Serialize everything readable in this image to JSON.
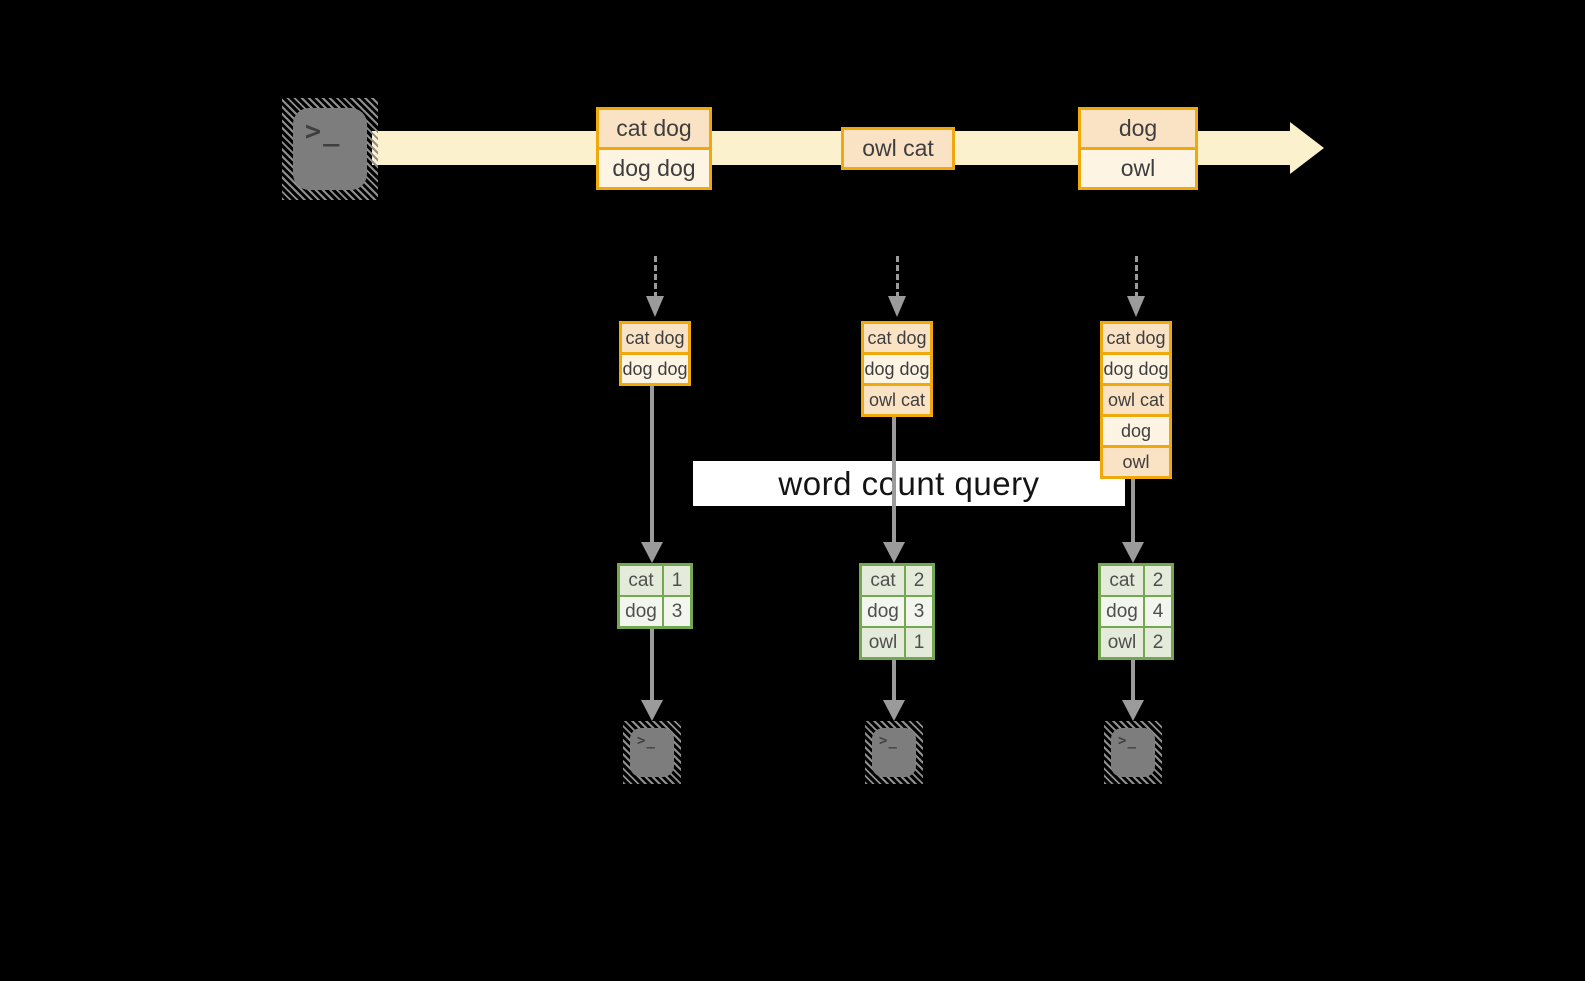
{
  "query_label": "word count query",
  "icons": {
    "terminal_prompt": ">_"
  },
  "stream": {
    "events": [
      {
        "lines": [
          "cat dog",
          "dog dog"
        ]
      },
      {
        "lines": [
          "owl cat"
        ]
      },
      {
        "lines": [
          "dog",
          "owl"
        ]
      }
    ]
  },
  "columns": [
    {
      "buffer": [
        "cat dog",
        "dog dog"
      ],
      "counts": [
        {
          "word": "cat",
          "count": "1"
        },
        {
          "word": "dog",
          "count": "3"
        }
      ]
    },
    {
      "buffer": [
        "cat dog",
        "dog dog",
        "owl cat"
      ],
      "counts": [
        {
          "word": "cat",
          "count": "2"
        },
        {
          "word": "dog",
          "count": "3"
        },
        {
          "word": "owl",
          "count": "1"
        }
      ]
    },
    {
      "buffer": [
        "cat dog",
        "dog dog",
        "owl cat",
        "dog",
        "owl"
      ],
      "counts": [
        {
          "word": "cat",
          "count": "2"
        },
        {
          "word": "dog",
          "count": "4"
        },
        {
          "word": "owl",
          "count": "2"
        }
      ]
    }
  ],
  "colors": {
    "background": "#000000",
    "stream_band": "#FBF1CD",
    "event_border": "#F0A90C",
    "event_fill_dark": "#FAE2C4",
    "event_fill_light": "#FDF4E4",
    "table_border": "#73A851",
    "table_fill_dark": "#E4EBDA",
    "table_fill_light": "#F3F6EE",
    "arrow_gray": "#9B9B9B",
    "terminal_gray": "#7D7D7D",
    "label_background": "#FFFFFF"
  }
}
